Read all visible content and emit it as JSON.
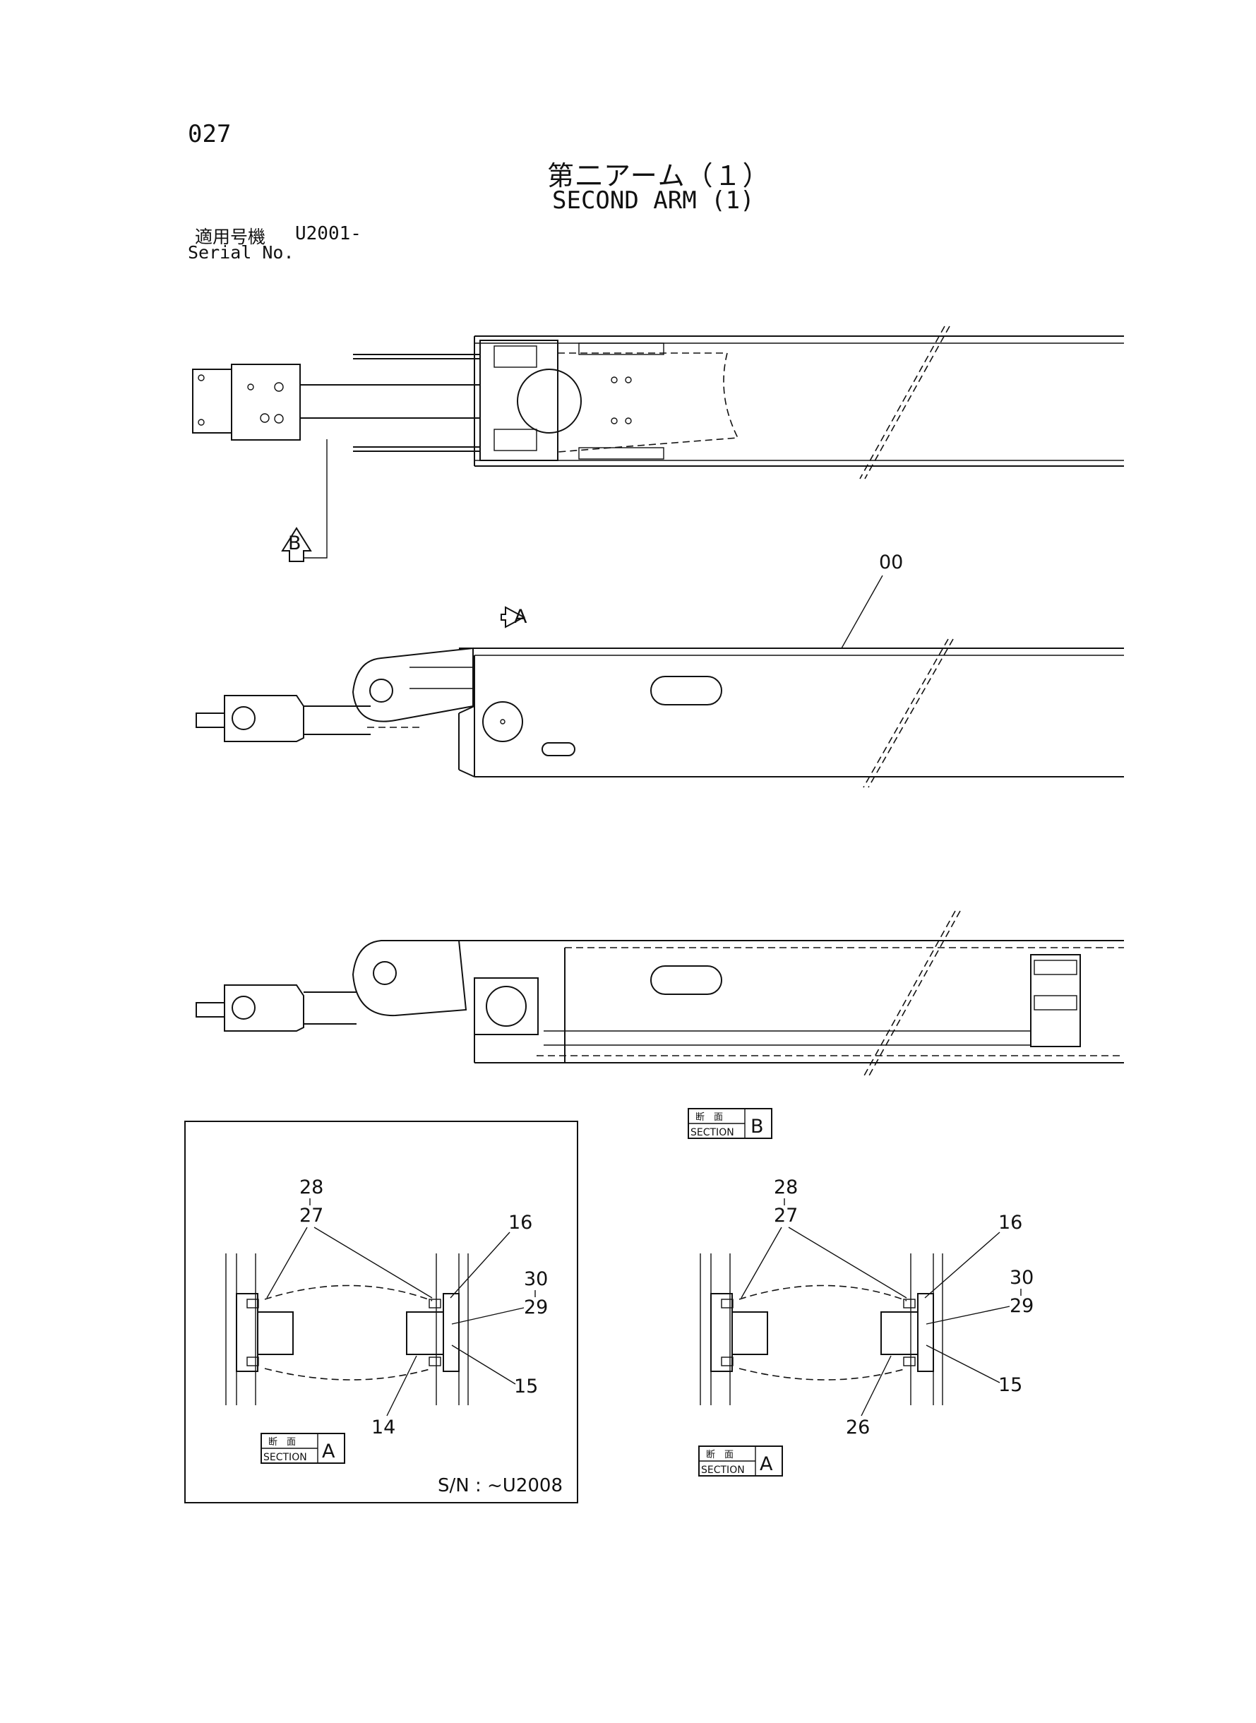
{
  "page_number": "027",
  "title_jp": "第二アーム（１）",
  "title_en": "SECOND ARM (1)",
  "serial": {
    "label_jp": "適用号機",
    "label_en": "Serial No.",
    "value": "U2001-"
  },
  "view_markers": {
    "a": "A",
    "b": "B"
  },
  "callout_main": "00",
  "section_b": {
    "jp": "断　面",
    "en": "SECTION",
    "letter": "B"
  },
  "section_a_inset": {
    "jp": "断　面",
    "en": "SECTION",
    "letter": "A"
  },
  "section_a": {
    "jp": "断　面",
    "en": "SECTION",
    "letter": "A"
  },
  "inset_note": "S/N : ~U2008",
  "inset_callouts": {
    "c28": "28",
    "c27": "27",
    "c16": "16",
    "c30": "30",
    "c29": "29",
    "c15": "15",
    "c14": "14"
  },
  "right_callouts": {
    "c28": "28",
    "c27": "27",
    "c16": "16",
    "c30": "30",
    "c29": "29",
    "c15": "15",
    "c26": "26"
  }
}
